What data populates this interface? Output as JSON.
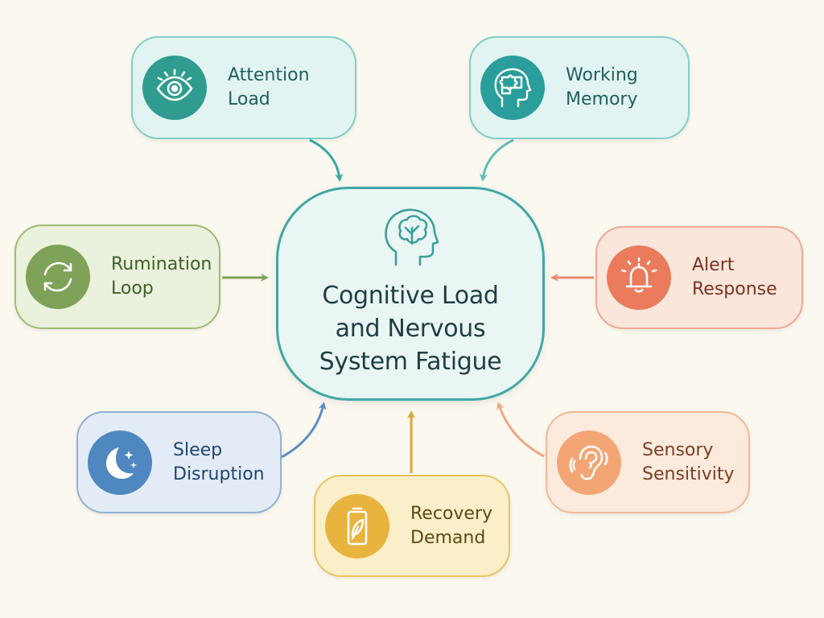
{
  "center": {
    "title_lines": [
      "Cognitive Load",
      "and Nervous",
      "System Fatigue"
    ],
    "icon": "head-brain-icon"
  },
  "nodes": [
    {
      "id": "attention",
      "lines": [
        "Attention",
        "Load"
      ],
      "icon": "eye-icon",
      "color": "#2f9c8f"
    },
    {
      "id": "working",
      "lines": [
        "Working",
        "Memory"
      ],
      "icon": "head-puzzle-icon",
      "color": "#2a9e9a"
    },
    {
      "id": "rumination",
      "lines": [
        "Rumination",
        "Loop"
      ],
      "icon": "cycle-arrows-icon",
      "color": "#7ea358"
    },
    {
      "id": "alert",
      "lines": [
        "Alert",
        "Response"
      ],
      "icon": "bell-icon",
      "color": "#ea7b5c"
    },
    {
      "id": "sleep",
      "lines": [
        "Sleep",
        "Disruption"
      ],
      "icon": "moon-stars-icon",
      "color": "#4f88c0"
    },
    {
      "id": "recovery",
      "lines": [
        "Recovery",
        "Demand"
      ],
      "icon": "battery-leaf-icon",
      "color": "#e8b43e"
    },
    {
      "id": "sensory",
      "lines": [
        "Sensory",
        "Sensitivity"
      ],
      "icon": "ear-icon",
      "color": "#f3a674"
    }
  ],
  "background_color": "#fbf8f0"
}
